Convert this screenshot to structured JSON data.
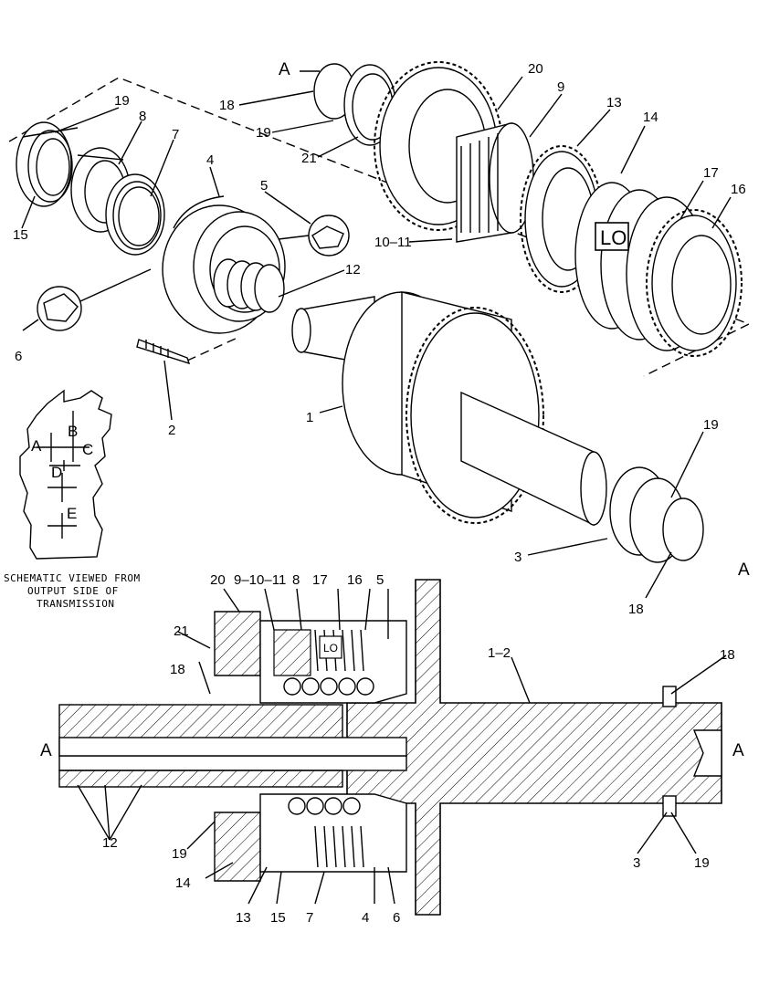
{
  "callouts": {
    "exploded": {
      "A_top": "A",
      "A_right": "A",
      "c1": "1",
      "c2": "2",
      "c3": "3",
      "c4": "4",
      "c5": "5",
      "c6": "6",
      "c7": "7",
      "c8": "8",
      "c9": "9",
      "c10_11": "10–11",
      "c12": "12",
      "c13": "13",
      "c14": "14",
      "c15": "15",
      "c16": "16",
      "c17": "17",
      "c18a": "18",
      "c18b": "18",
      "c19a": "19",
      "c19b": "19",
      "c19c": "19",
      "c20": "20",
      "c21": "21"
    },
    "lo_label": "LO",
    "section": {
      "A_left": "A",
      "A_right": "A",
      "c20": "20",
      "c9_10_11": "9–10–11",
      "c8": "8",
      "c17": "17",
      "c16": "16",
      "c5": "5",
      "c21": "21",
      "c18a": "18",
      "c1_2": "1–2",
      "c18b": "18",
      "c12": "12",
      "c19a": "19",
      "c14": "14",
      "c13": "13",
      "c15": "15",
      "c7": "7",
      "c4": "4",
      "c6": "6",
      "c3": "3",
      "c19b": "19"
    }
  },
  "schematic": {
    "labels": {
      "A": "A",
      "B": "B",
      "C": "C",
      "D": "D",
      "E": "E"
    },
    "caption_lines": [
      "SCHEMATIC VIEWED FROM",
      "OUTPUT SIDE OF",
      "TRANSMISSION"
    ]
  }
}
